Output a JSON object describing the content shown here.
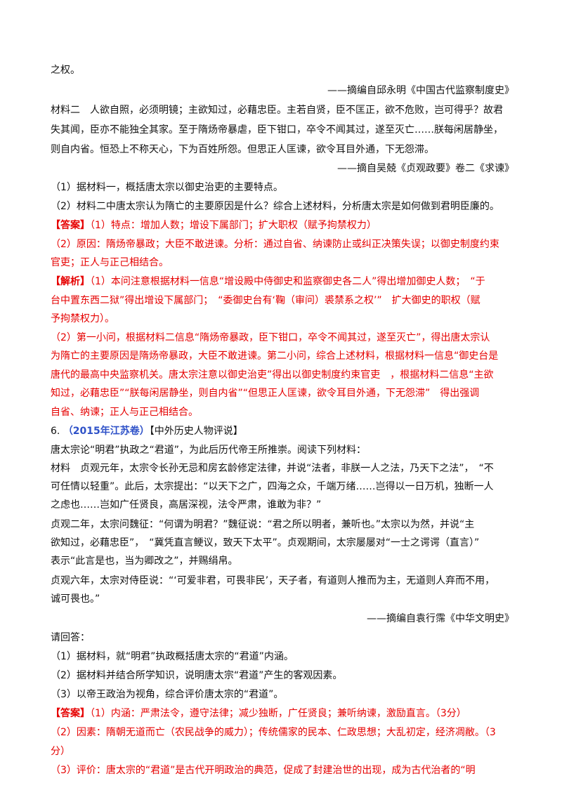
{
  "lines": [
    {
      "t": "之权。"
    },
    {
      "t": "——摘编自邱永明《中国古代监察制度史》"
    },
    {
      "t": "材料二　人欲自照，必须明镜；主欲知过，必藉忠臣。主若自贤，臣不匡正，欲不危败，岂可得乎？故君"
    },
    {
      "t": "失其闻，臣亦不能独全其家。至于隋炀帝暴虐，臣下钳口，卒令不闻其过，遂至灭亡……朕每闲居静坐，"
    },
    {
      "t": "则自内省。恒恐上不称天心，下为百姓所怨。但思正人匡谏，欲令耳目外通，下无怨滞。"
    },
    {
      "t": "——摘自吴兢《贞观政要》卷二《求谏》"
    },
    {
      "t": "（1）据材料一，概括唐太宗以御史治吏的主要特点。"
    },
    {
      "t": "（2）材料二中唐太宗认为隋亡的主要原因是什么？综合上述材料，分析唐太宗是如何做到君明臣廉的。"
    },
    {
      "tag": "【答案】",
      "t": "（1）特点：增加人数；增设下属部门；扩大职权（赋予拘禁权力）"
    },
    {
      "t": "（2）原因：隋炀帝暴政；大臣不敢进谏。分析：通过自省、纳谏防止或纠正决策失误；以御史制度约束"
    },
    {
      "t": "官吏；正人与正己相结合。"
    },
    {
      "tag": "【解析】",
      "t": "（1）本问注意根据材料一信息“增设殿中侍御史和监察御史各二人”得出增加御史人数；　“于"
    },
    {
      "t": "台中置东西二狱”得出增设下属部门；　“委御史台有‘鞠（审问）裘禁系之权’”　扩大御史的职权（赋"
    },
    {
      "t": "予拘禁权力）。"
    },
    {
      "t": "（2）第一小问，根据材料二信息“隋炀帝暴政，臣下钳口，卒令不闻其过，遂至灭亡”，得出唐太宗认"
    },
    {
      "t": "为隋亡的主要原因是隋炀帝暴政，大臣不敢进谏。第二小问，综合上述材料，根据材料一信息“御史台是"
    },
    {
      "t": "唐代的最高中央监察机关。唐太宗注意以御史治吏”得出以御史制度约束官吏　，根据材料二信息“主欲"
    },
    {
      "t": "知过，必藉忠臣”“朕每闲居静坐，则自内省”“但思正人匡谏，欲令耳目外通，下无怨滞”　得出强调"
    },
    {
      "t": "自省、纳谏；正人与正己相结合。"
    },
    {
      "num": "6.",
      "src": "（2015年江苏卷）",
      "t": "【中外历史人物评说】"
    },
    {
      "t": "唐太宗论“明君”执政之“君道”，为此后历代帝王所推崇。阅读下列材料："
    },
    {
      "t": "材料　贞观元年，太宗令长孙无忌和房玄龄修定法律，并说“法者，非朕一人之法，乃天下之法”，　“不"
    },
    {
      "t": "可任情以轻重”。此后，太宗提出：“以天下之广，四海之众，千端万绪……岂得以一日万机，独断一人"
    },
    {
      "t": "之虑也……岂如广任贤良，高居深视，法令严肃，谁敢为非？”"
    },
    {
      "t": "贞观二年，太宗问魏征：“何谓为明君？”魏征说：“君之所以明者，兼听也。”太宗以为然，并说“主"
    },
    {
      "t": "欲知过，必藉忠臣”，　“冀凭直言鲠议，致天下太平”。贞观期间，太宗屡屡对“一士之谔谔（直言）”"
    },
    {
      "t": "表示“此言是也，当为卿改之”，并赐绢帛。"
    },
    {
      "t": "贞观六年，太宗对侍臣说：“‘可爱非君，可畏非民’，天子者，有道则人推而为主，无道则人弃而不用，"
    },
    {
      "t": "诚可畏也。”"
    },
    {
      "t": "——摘编自袁行霈《中华文明史》"
    },
    {
      "t": "请回答："
    },
    {
      "t": "（1）据材料，就“明君”执政概括唐太宗的“君道”内涵。"
    },
    {
      "t": "（2）据材料并结合所学知识，说明唐太宗“君道”产生的客观因素。"
    },
    {
      "t": "（3）以帝王政治为视角，综合评价唐太宗的“君道”。"
    },
    {
      "tag": "【答案】",
      "t": "（1）内涵：严肃法令，遵守法律；减少独断，广任贤良；兼听纳谏，激励直言。（3分）"
    },
    {
      "t": "（2）因素：隋朝无道而亡（农民战争的威力）；传统儒家的民本、仁政思想；大乱初定，经济凋敝。（3"
    },
    {
      "t": "分）"
    },
    {
      "t": "（3）评价：唐太宗的“君道”是古代开明政治的典范，促成了封建治世的出现，成为古代治者的“明"
    }
  ]
}
